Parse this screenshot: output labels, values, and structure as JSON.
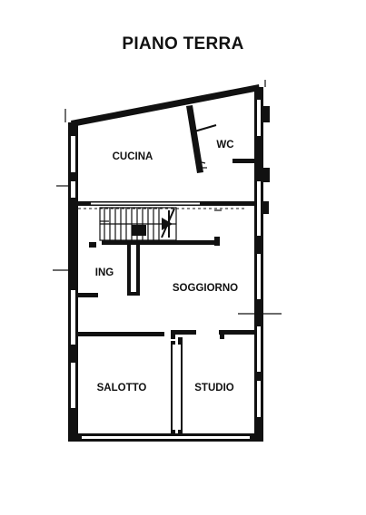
{
  "plan": {
    "title": "PIANO TERRA",
    "rooms": {
      "cucina": "CUCINA",
      "wc": "WC",
      "ing": "ING",
      "soggiorno": "SOGGIORNO",
      "salotto": "SALOTTO",
      "studio": "STUDIO"
    }
  }
}
